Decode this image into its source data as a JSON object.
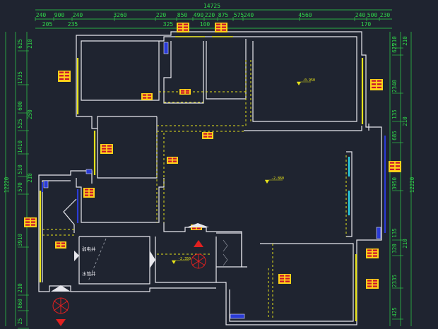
{
  "colors": {
    "background": "#1f2430",
    "wall": "#e8e8ee",
    "dim": "#2fd84a",
    "dash": "#e6e21a",
    "glass": "#2a3bd6",
    "cyan": "#29d3e6",
    "tag": "#ffd11a",
    "tag_text": "#c8102e",
    "marker": "#e02020"
  },
  "top_dims": {
    "overall": "14725",
    "row1": [
      "240",
      "900",
      "240",
      "3260",
      "220",
      "850",
      "490",
      "220",
      "875",
      "575",
      "240",
      "4560",
      "240",
      "500",
      "230"
    ],
    "row2": [
      "205",
      "235",
      "325",
      "100",
      "170"
    ]
  },
  "left_dims": {
    "overall": "12220",
    "outer": [
      "625",
      "1735",
      "600",
      "525",
      "1410",
      "510",
      "570",
      "3910",
      "210",
      "860",
      "25"
    ],
    "inner": [
      "210",
      "250",
      "210"
    ]
  },
  "right_dims": {
    "overall": "12220",
    "outer": [
      "210",
      "625",
      "2340",
      "135",
      "685",
      "3950",
      "135",
      "320",
      "2335",
      "425"
    ],
    "inner": [
      "210",
      "210",
      "210"
    ]
  },
  "room_labels": {
    "elec_shaft": "弱电井",
    "water_shaft": "水管井"
  },
  "elevations": [
    "-0.950",
    "-2.860",
    "-2.350"
  ]
}
